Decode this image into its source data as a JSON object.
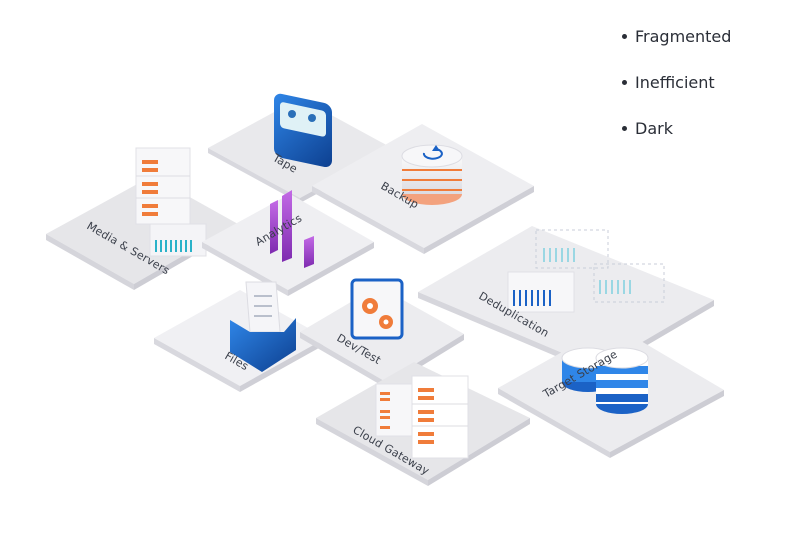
{
  "bullets": [
    "Fragmented",
    "Inefficient",
    "Dark"
  ],
  "tiles": {
    "tape": "Tape",
    "backup": "Backup",
    "media_servers": "Media & Servers",
    "analytics": "Analytics",
    "deduplication": "Deduplication",
    "files": "Files",
    "devtest": "Dev/Test",
    "target_storage": "Target Storage",
    "cloud_gateway": "Cloud Gateway"
  },
  "colors": {
    "tile_top": "#f0f0f3",
    "tile_top_alt": "#e7e7ea",
    "tile_edge": "#d6d6dc",
    "blue": "#1b62c6",
    "blue_dark": "#0d3f8f",
    "orange": "#f07c3a",
    "purple": "#9b3fc7",
    "teal": "#2ab2c9"
  }
}
